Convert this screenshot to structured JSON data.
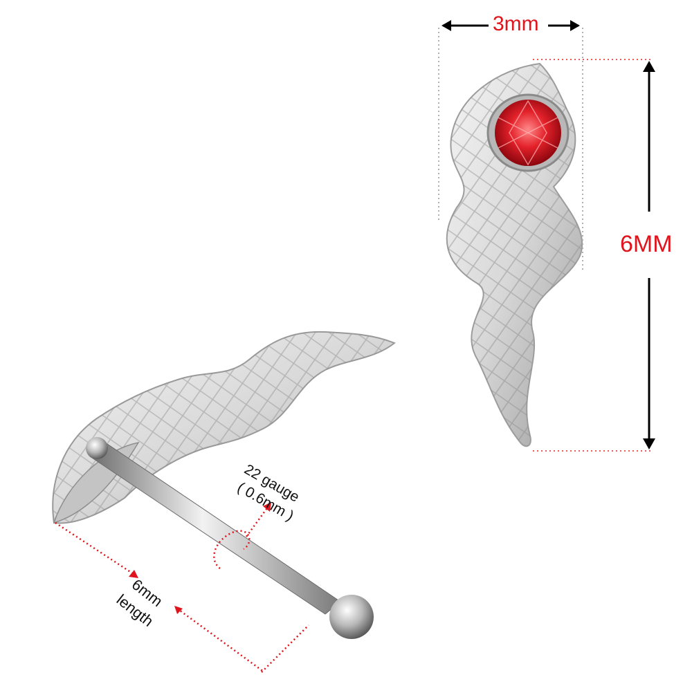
{
  "labels": {
    "width": "3mm",
    "height": "6MM",
    "gauge": "22 gauge",
    "gauge_mm": "( 0.6mm )",
    "length_value": "6mm",
    "length_word": "length"
  },
  "colors": {
    "accent_red": "#e0141c",
    "gem_red": "#d4131b",
    "metal_light": "#e6e6e6",
    "metal_dark": "#8f8f8f",
    "dot_guide": "#b0b0b0",
    "text_dark": "#111111"
  },
  "icons": {
    "horizontal_arrow": "double-arrow-horizontal",
    "vertical_arrow": "double-arrow-vertical"
  }
}
